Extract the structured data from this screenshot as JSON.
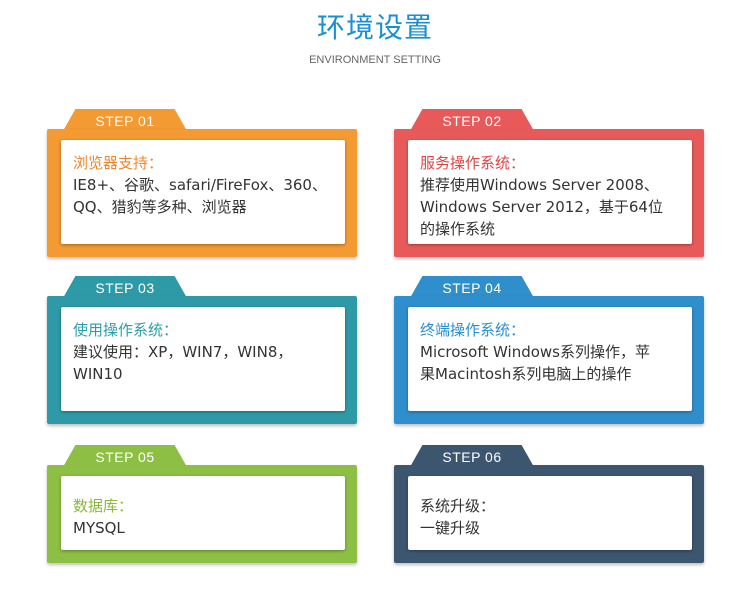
{
  "header": {
    "title": "环境设置",
    "subtitle": "ENVIRONMENT SETTING"
  },
  "cards": [
    {
      "step": "STEP 01",
      "heading": "浏览器支持：",
      "lines": [
        "IE8+、谷歌、safari/FireFox、360、",
        "QQ、猎豹等多种、浏览器"
      ],
      "color": "#f39a33"
    },
    {
      "step": "STEP 02",
      "heading": "服务操作系统：",
      "lines": [
        "推荐使用Windows Server 2008、",
        "Windows Server 2012，基于64位",
        "的操作系统"
      ],
      "color": "#e85a5a"
    },
    {
      "step": "STEP 03",
      "heading": "使用操作系统：",
      "lines": [
        "建议使用：XP，WIN7，WIN8，",
        "WIN10"
      ],
      "color": "#2e9aa8"
    },
    {
      "step": "STEP 04",
      "heading": "终端操作系统：",
      "lines": [
        "Microsoft Windows系列操作，苹",
        "果Macintosh系列电脑上的操作"
      ],
      "color": "#2f8fcc"
    },
    {
      "step": "STEP 05",
      "heading": "数据库：",
      "value": "MYSQL",
      "color": "#8ebf45"
    },
    {
      "step": "STEP 06",
      "heading": "系统升级：",
      "value": "一键升级",
      "color": "#3d5670"
    }
  ]
}
